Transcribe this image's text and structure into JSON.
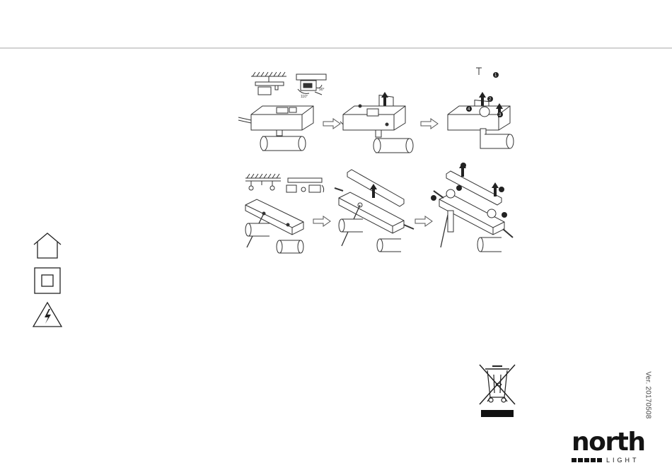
{
  "steps": {
    "angle_a": "110°",
    "angle_b": "90°",
    "callouts": [
      "1",
      "2",
      "3",
      "4"
    ]
  },
  "footer": {
    "version": "Ver. 20170508"
  },
  "brand": {
    "name": "north",
    "sub": "LIGHT"
  }
}
